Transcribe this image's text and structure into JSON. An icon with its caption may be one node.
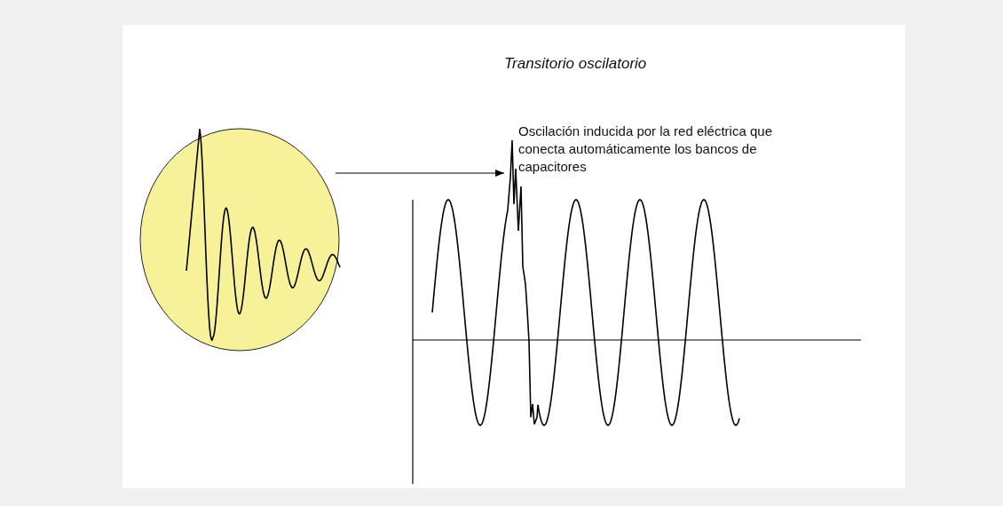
{
  "diagram": {
    "title": "Transitorio oscilatorio",
    "nodes": [
      {
        "text": [],
        "shape": "circle"
      },
      {
        "text": [],
        "shape": "picture"
      }
    ],
    "edges": [
      {
        "from": 0,
        "to": 1,
        "arrow": "to"
      }
    ],
    "labels": [
      "Oscilación inducida por la red eléctrica que conecta automáticamente los bancos de capacitores"
    ]
  }
}
